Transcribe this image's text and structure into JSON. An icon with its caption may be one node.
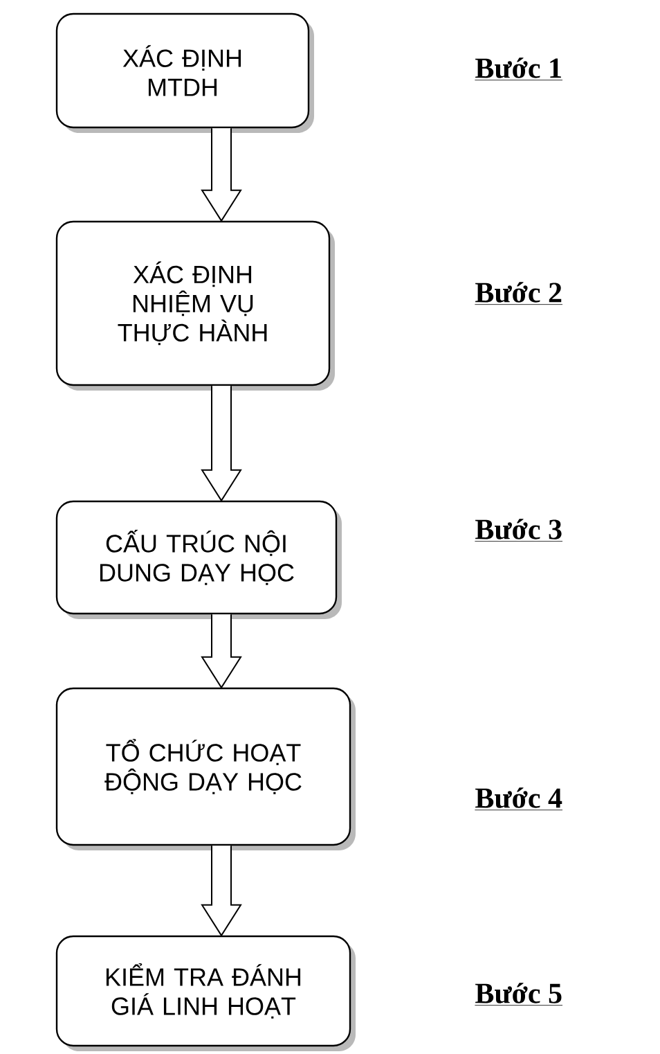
{
  "diagram": {
    "nodes": [
      {
        "text": [
          "XÁC ĐỊNH MTDH"
        ]
      },
      {
        "text": [
          "XÁC ĐỊNH NHIỆM VỤ THỰC HÀNH"
        ]
      },
      {
        "text": [
          "CẤU TRÚC NỘI DUNG DẠY HỌC"
        ]
      },
      {
        "text": [
          "TỔ CHỨC HOẠT ĐỘNG DẠY HỌC"
        ]
      },
      {
        "text": [
          "KIỂM TRA ĐÁNH GIÁ LINH HOẠT"
        ]
      }
    ],
    "edges": [
      {
        "from": 0,
        "to": 1,
        "arrow": "to"
      },
      {
        "from": 1,
        "to": 2,
        "arrow": "to"
      },
      {
        "from": 2,
        "to": 3,
        "arrow": "to"
      },
      {
        "from": 3,
        "to": 4,
        "arrow": "to"
      }
    ],
    "labels": [
      "Bước 1",
      "Bước 2",
      "Bước 3",
      "Bước 4",
      "Bước 5"
    ]
  }
}
